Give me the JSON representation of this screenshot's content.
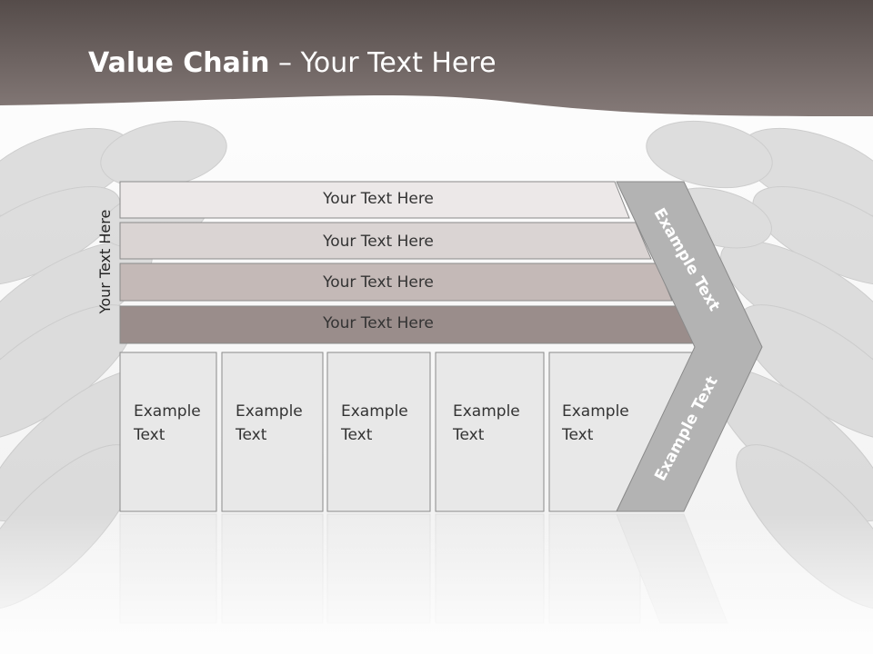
{
  "title": {
    "bold": "Value Chain",
    "rest": " – Your Text Here"
  },
  "side_label": "Your Text Here",
  "rows": [
    {
      "label": "Your Text Here",
      "fill": "#ece8e8"
    },
    {
      "label": "Your Text Here",
      "fill": "#dad4d3"
    },
    {
      "label": "Your Text Here",
      "fill": "#c4b9b7"
    },
    {
      "label": "Your Text Here",
      "fill": "#9a8d8b"
    }
  ],
  "boxes": [
    {
      "line1": "Example",
      "line2": "Text"
    },
    {
      "line1": "Example",
      "line2": "Text"
    },
    {
      "line1": "Example",
      "line2": "Text"
    },
    {
      "line1": "Example",
      "line2": "Text"
    },
    {
      "line1": "Example",
      "line2": "Text"
    }
  ],
  "chevron": {
    "upper_label": "Example Text",
    "lower_label": "Example Text"
  },
  "colors": {
    "header": "#6f6462",
    "chevron": "#b3b3b3",
    "box": "#e8e8e8",
    "border": "#8a8a8a"
  }
}
